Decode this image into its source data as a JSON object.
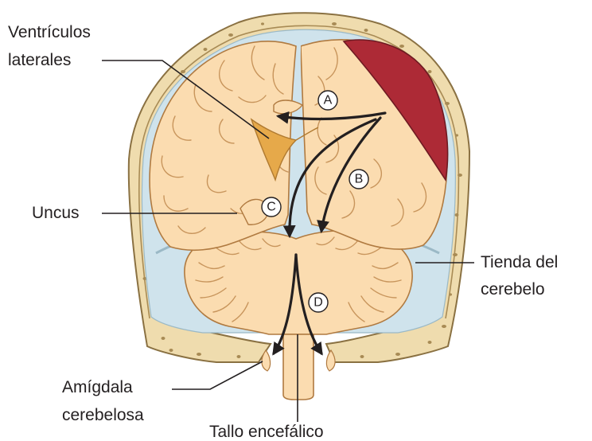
{
  "labels": {
    "ventricles_line1": "Ventrículos",
    "ventricles_line2": "laterales",
    "uncus": "Uncus",
    "tentorium_line1": "Tienda del",
    "tentorium_line2": "cerebelo",
    "tonsil_line1": "Amígdala",
    "tonsil_line2": "cerebelosa",
    "brainstem": "Tallo encefálico"
  },
  "herniation_markers": [
    "A",
    "B",
    "C",
    "D"
  ],
  "colors": {
    "skull": "#efdcae",
    "skull_outline": "#8a7142",
    "brain": "#fbdcb0",
    "sulcus": "#c8955c",
    "csf": "#cfe3ec",
    "hematoma": "#ad2a36",
    "ventricle": "#e6a94a",
    "text": "#231f20"
  }
}
